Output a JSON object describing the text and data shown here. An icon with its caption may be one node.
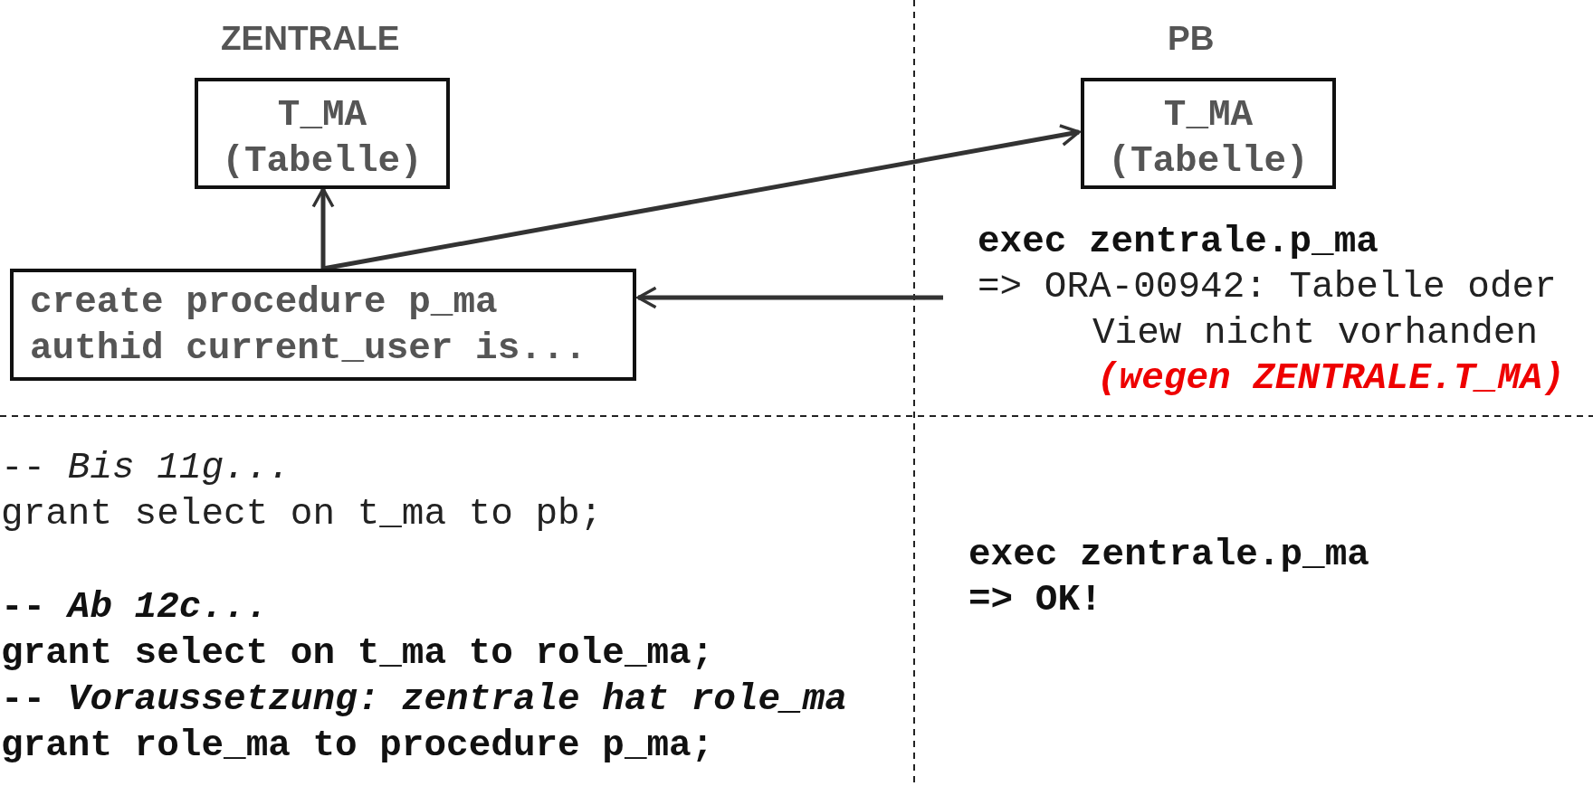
{
  "diagram": {
    "nodes": [
      {
        "text": [
          "T_MA (Tabelle)"
        ]
      },
      {
        "text": [
          "T_MA (Tabelle)"
        ]
      },
      {
        "text": [
          "create procedure p_ma authid current_user is..."
        ]
      }
    ],
    "edges": [
      {
        "from": 2,
        "to": 0,
        "arrow": "to"
      },
      {
        "from": 2,
        "to": 1,
        "arrow": "to"
      },
      {
        "from": null,
        "to": 2,
        "arrow": "to"
      }
    ],
    "labels": [
      "ZENTRALE",
      "PB",
      "exec zentrale.p_ma",
      "=> ORA-00942: Tabelle oder View nicht vorhanden",
      "(wegen ZENTRALE.T_MA)",
      "-- *Bis 11g...*",
      "grant select on t_ma to pb;",
      "-- *Ab 12c...*",
      "grant select on t_ma to role_ma;",
      "-- *Voraussetzung: zentrale hat role_ma*",
      "grant role_ma to procedure p_ma;",
      "exec zentrale.p_ma",
      "=> OK!"
    ]
  }
}
